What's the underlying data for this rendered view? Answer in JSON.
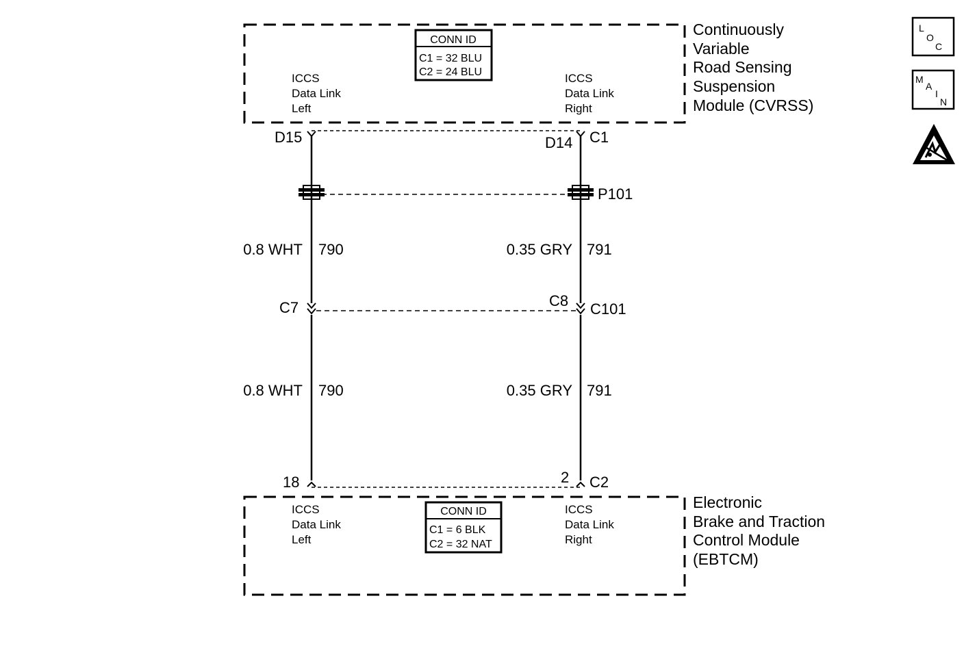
{
  "modules": {
    "top": {
      "name_lines": [
        "Continuously",
        "Variable",
        "Road Sensing",
        "Suspension",
        "Module (CVRSS)"
      ],
      "conn_id": {
        "header": "CONN ID",
        "rows": [
          "C1 = 32 BLU",
          "C2 = 24 BLU"
        ]
      },
      "left_label": [
        "ICCS",
        "Data Link",
        "Left"
      ],
      "right_label": [
        "ICCS",
        "Data Link",
        "Right"
      ],
      "left_pin": "D15",
      "right_pin": "D14",
      "right_connector": "C1"
    },
    "bottom": {
      "name_lines": [
        "Electronic",
        "Brake and Traction",
        "Control Module",
        "(EBTCM)"
      ],
      "conn_id": {
        "header": "CONN ID",
        "rows": [
          "C1 = 6 BLK",
          "C2 = 32 NAT"
        ]
      },
      "left_label": [
        "ICCS",
        "Data Link",
        "Left"
      ],
      "right_label": [
        "ICCS",
        "Data Link",
        "Right"
      ],
      "left_pin": "18",
      "right_pin": "2",
      "right_connector": "C2"
    }
  },
  "splice_pack": "P101",
  "inline_connector": {
    "name": "C101",
    "left_pin": "C7",
    "right_pin": "C8"
  },
  "wires": {
    "left_upper": {
      "gauge_color": "0.8 WHT",
      "circuit": "790"
    },
    "left_lower": {
      "gauge_color": "0.8 WHT",
      "circuit": "790"
    },
    "right_upper": {
      "gauge_color": "0.35 GRY",
      "circuit": "791"
    },
    "right_lower": {
      "gauge_color": "0.35 GRY",
      "circuit": "791"
    }
  },
  "icons": {
    "loc": {
      "name": "loc-icon",
      "letters": [
        "L",
        "O",
        "C"
      ]
    },
    "main": {
      "name": "main-icon",
      "letters": [
        "M",
        "A",
        "I",
        "N"
      ]
    },
    "esd": {
      "name": "esd-warning-icon"
    }
  }
}
